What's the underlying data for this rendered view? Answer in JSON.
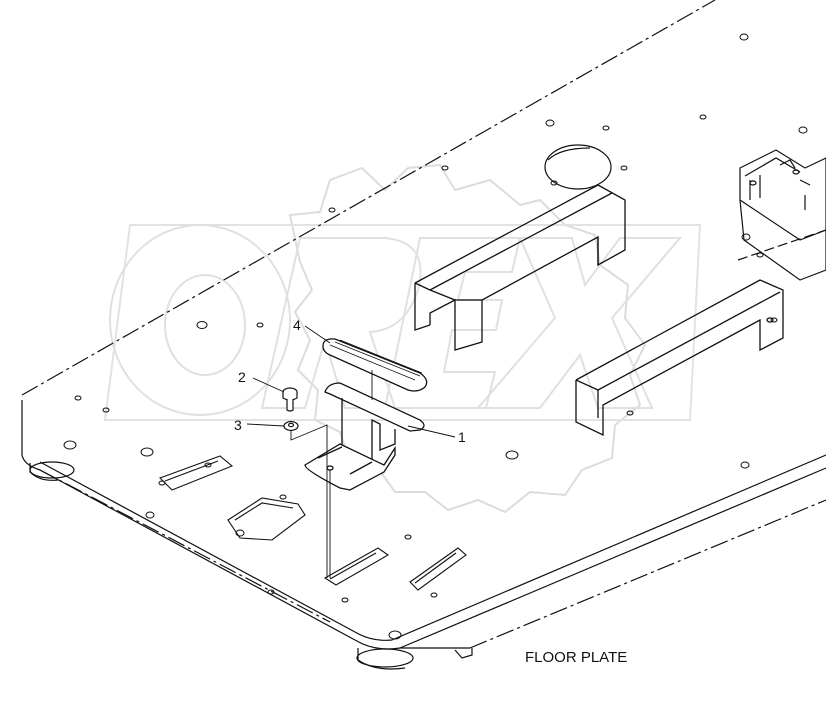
{
  "diagram": {
    "caption": "FLOOR PLATE",
    "corner_mark": "",
    "watermark_text": "OREX",
    "callouts": [
      {
        "id": "callout-1",
        "label": "1"
      },
      {
        "id": "callout-2",
        "label": "2"
      },
      {
        "id": "callout-3",
        "label": "3"
      },
      {
        "id": "callout-4",
        "label": "4"
      }
    ]
  },
  "colors": {
    "line": "#111111",
    "watermark": "#e4e4e4",
    "background": "#ffffff"
  }
}
